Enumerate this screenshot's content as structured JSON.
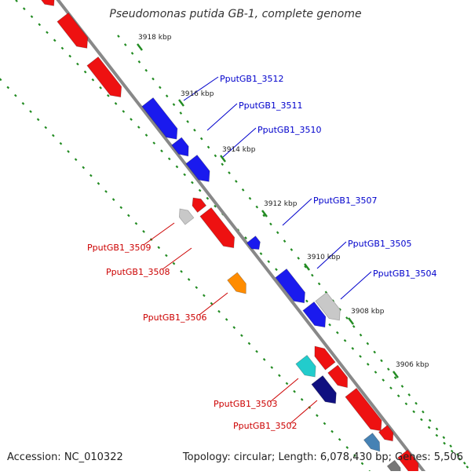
{
  "title": "Pseudomonas putida GB-1, complete genome",
  "footer": {
    "accession": "Accession: NC_010322",
    "summary": "Topology: circular; Length: 6,078,430 bp; Genes: 5,506"
  },
  "colors": {
    "backbone": "#888888",
    "forward_gene": "#0000ee",
    "reverse_gene": "#ee0000",
    "scale_dots": "#228b22",
    "label_forward": "#0000cc",
    "label_reverse": "#cc0000"
  },
  "scale_labels": [
    "3918 kbp",
    "3916 kbp",
    "3914 kbp",
    "3912 kbp",
    "3910 kbp",
    "3908 kbp",
    "3906 kbp"
  ],
  "gene_labels": [
    "PputGB1_3512",
    "PputGB1_3511",
    "PputGB1_3510",
    "PputGB1_3507",
    "PputGB1_3505",
    "PputGB1_3504",
    "PputGB1_3509",
    "PputGB1_3508",
    "PputGB1_3506",
    "PputGB1_3503",
    "PputGB1_3502"
  ]
}
